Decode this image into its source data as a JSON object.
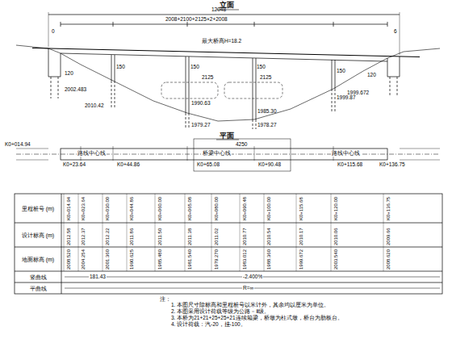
{
  "diagram": {
    "nodes": [
      {
        "text": [
          "里程桩号 (m)"
        ]
      },
      {
        "text": [
          "设计标高 (m)"
        ]
      },
      {
        "text": [
          "地面标高 (m)"
        ]
      },
      {
        "text": [
          "竖曲线"
        ]
      },
      {
        "text": [
          "平曲线"
        ]
      }
    ],
    "labels": [
      "立面",
      "12048",
      "2008+2100+2125×2+2008",
      "0",
      "6",
      "120",
      "150",
      "150",
      "150",
      "150",
      "120",
      "2002.483",
      "2010.42",
      "1990.63",
      "1979.27",
      "1999.672",
      "2125",
      "2125",
      "最大桥高H=18.2",
      "1985.30",
      "1978.27",
      "1999.87",
      "平面",
      "4250",
      "K0+014.94",
      "K0+23.64",
      "K0+44.86",
      "K0+65.08",
      "K0+90.48",
      "K0+115.68",
      "K0+136.75",
      "桥梁中心线",
      "路线中心线",
      "路线中心线",
      "K0+014.94",
      "K0+023.64",
      "K0+030.00",
      "K0+044.86",
      "K0+060.00",
      "K0+065.08",
      "K0+080.00",
      "K0+090.48",
      "K0+100.00",
      "K0+115.68",
      "K0+120.00",
      "K0+136.75",
      "2012.58",
      "2012.37",
      "2012.22",
      "2011.86",
      "2011.50",
      "2011.38",
      "2011.02",
      "2010.77",
      "2010.54",
      "2010.17",
      "2010.06",
      "2009.66",
      "2008.520",
      "2004.254",
      "2001.360",
      "1990.625",
      "1985.480",
      "1981.540",
      "1979.270",
      "1983.012",
      "1988.360",
      "1999.672",
      "2003.540",
      "2008.620",
      "181.43",
      "-2.400%",
      "R=∞",
      "注：",
      "1. 本图尺寸除标高和里程桩号以米计外，其余均以厘米为单位。",
      "2. 本图采用设计荷载等级为公路－Ⅱ级。",
      "3. 本桥为21+21+25+25+21连续箱梁，桥墩为柱式墩，桥台为肋板台。",
      "4. 设计荷载：汽-20，挂-100。"
    ]
  }
}
